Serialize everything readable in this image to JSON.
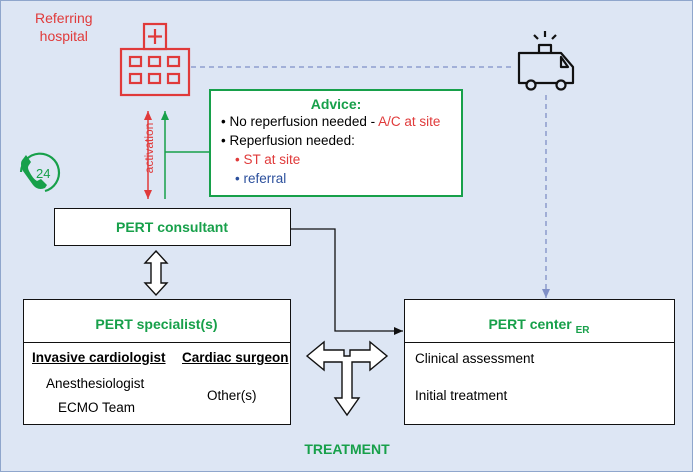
{
  "colors": {
    "background": "#dde6f4",
    "green": "#17a04a",
    "red": "#e03a3a",
    "blue": "#2b4f9c",
    "dashed": "#7f8fc6"
  },
  "icons": [
    "hospital-icon",
    "ambulance-icon",
    "phone-24-icon"
  ],
  "referring_hospital": {
    "line1": "Referring",
    "line2": "hospital"
  },
  "activation_label": "activation",
  "advice": {
    "title": "Advice:",
    "item1_prefix": "No reperfusion needed - ",
    "item1_suffix": "A/C at site",
    "item2": "Reperfusion needed:",
    "sub1": "ST at site",
    "sub2": "referral"
  },
  "phone_badge": "24",
  "consultant": "PERT consultant",
  "specialists": {
    "title": "PERT specialist(s)",
    "col1_header": "Invasive cardiologist",
    "col2_header": "Cardiac surgeon",
    "col1_item1": "Anesthesiologist",
    "col1_item2": "ECMO Team",
    "col2_item1": "Other(s)"
  },
  "center": {
    "title": "PERT center",
    "subscript": "ER",
    "item1": "Clinical assessment",
    "item2": "Initial treatment"
  },
  "treatment": "TREATMENT"
}
